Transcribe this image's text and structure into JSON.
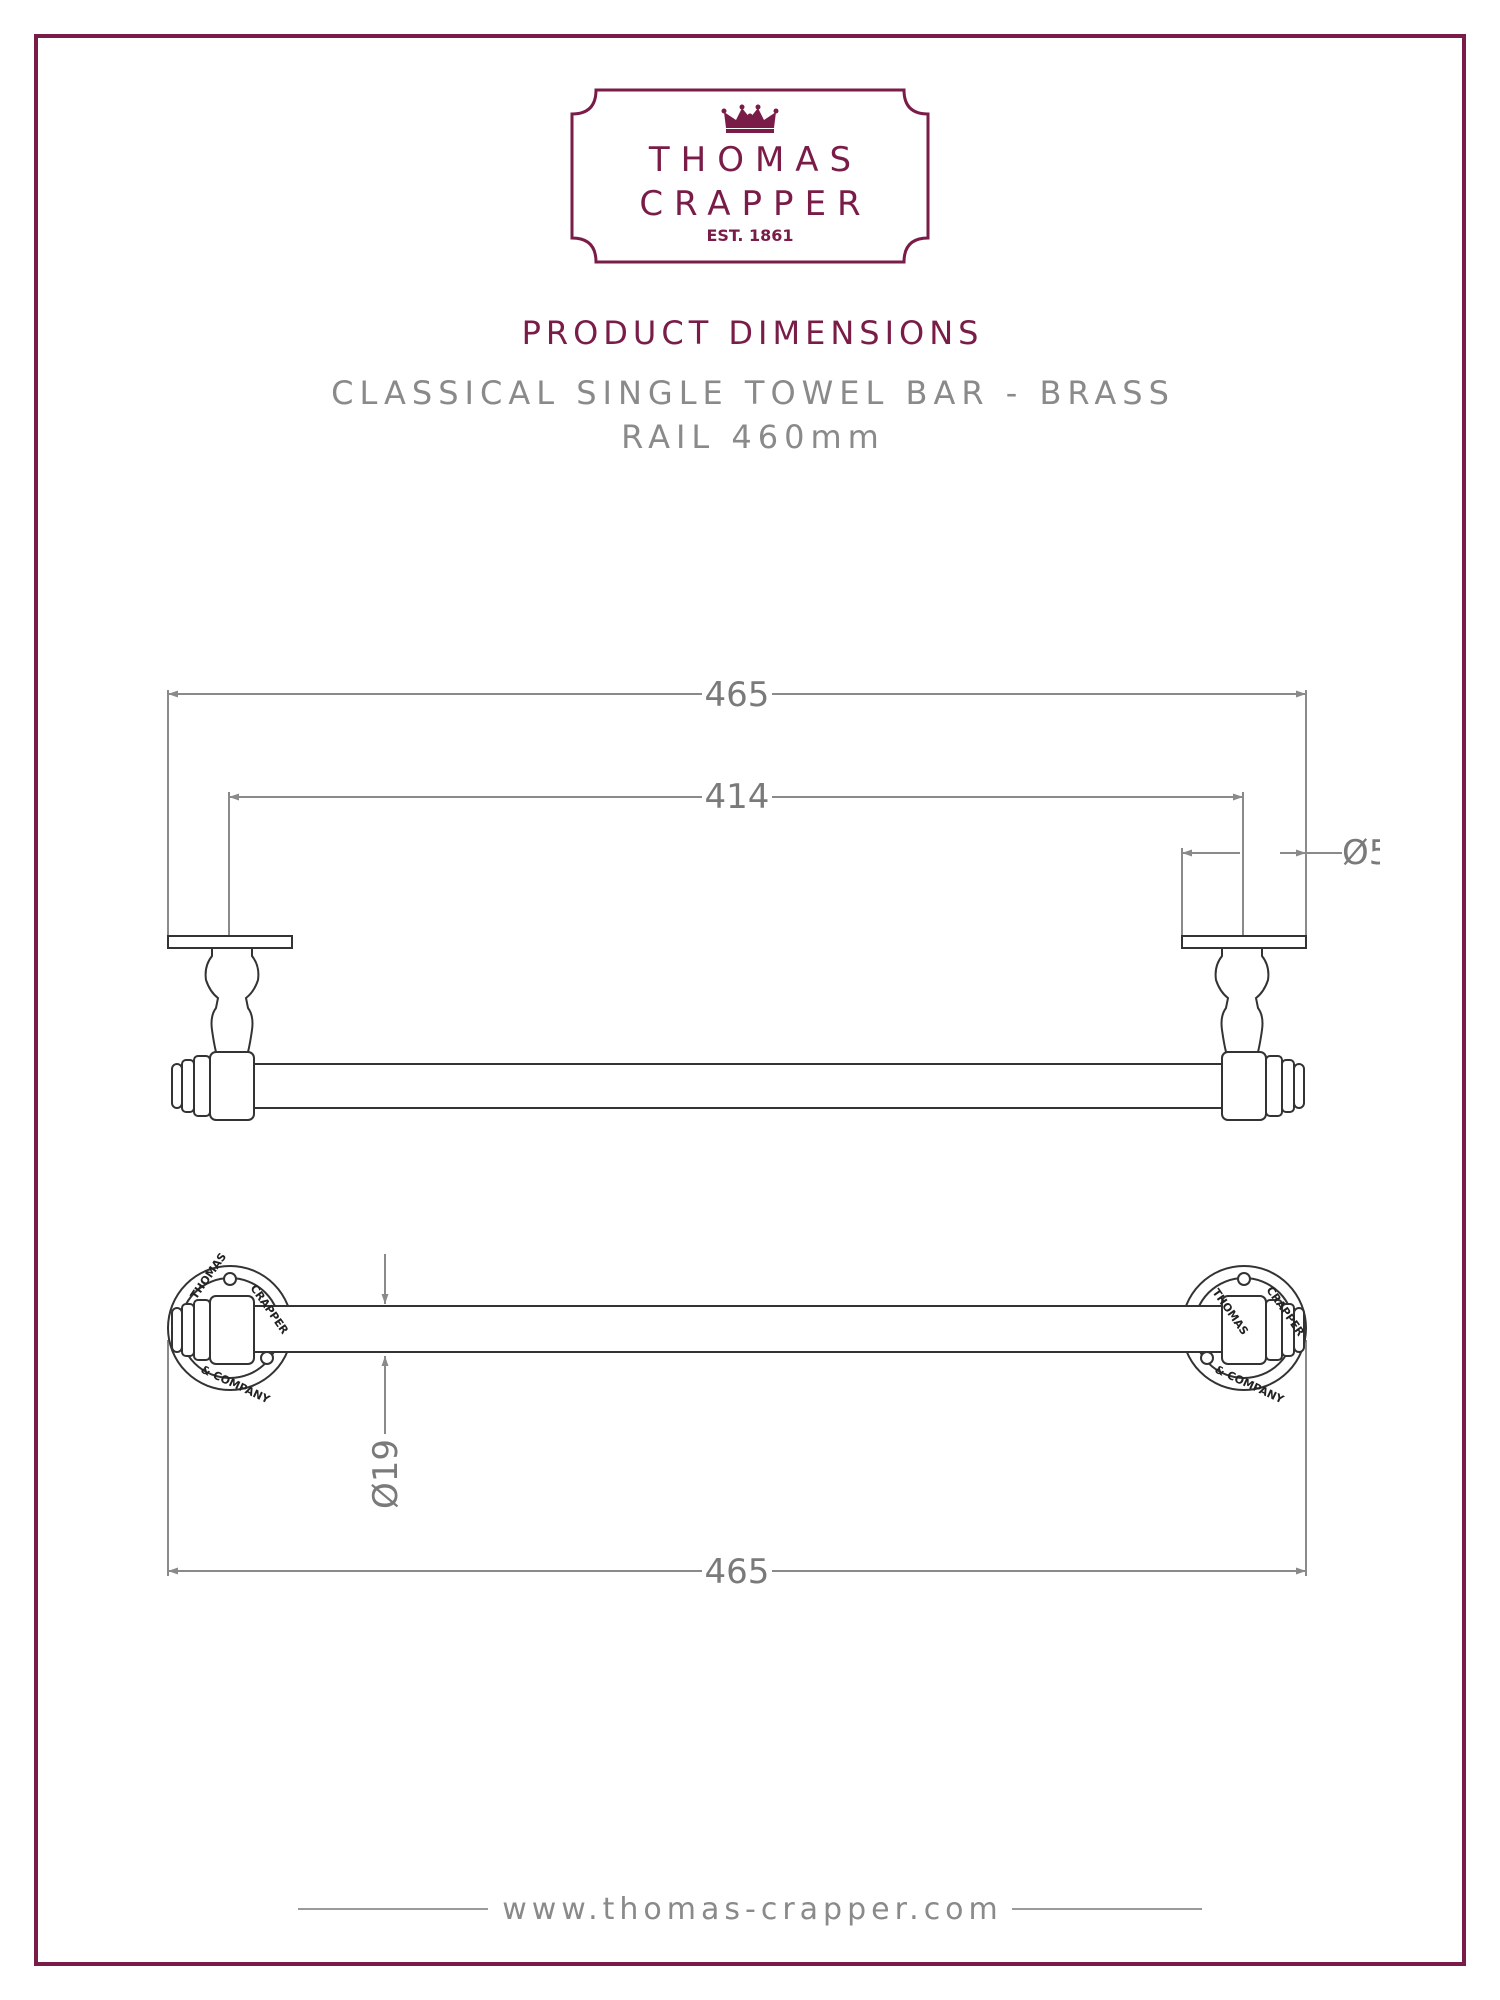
{
  "brand": {
    "line1": "THOMAS",
    "line2": "CRAPPER",
    "est": "EST. 1861",
    "color": "#7a1c48",
    "icon": "crown-icon"
  },
  "header": {
    "title": "PRODUCT DIMENSIONS",
    "product_name": "CLASSICAL SINGLE TOWEL BAR - BRASS",
    "product_variant": "RAIL 460mm"
  },
  "dimensions": {
    "front_overall_width": "465",
    "front_centres": "414",
    "backplate_diameter": "Ø5",
    "rail_diameter": "Ø19",
    "top_overall_width": "465"
  },
  "backplate_lettering": {
    "upper": "CRAPPER",
    "lower": "& COMPANY",
    "left": "THOMAS"
  },
  "footer": {
    "url": "www.thomas-crapper.com"
  }
}
